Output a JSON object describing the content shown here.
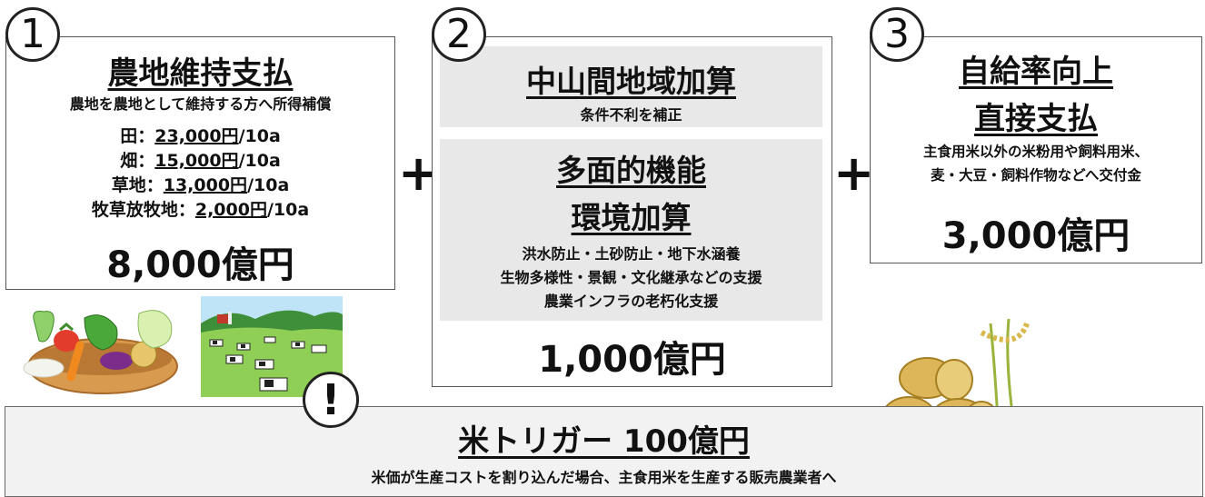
{
  "box1": {
    "number": "1",
    "title": "農地維持支払",
    "subtitle": "農地を農地として維持する方へ所得補償",
    "rates": [
      {
        "label": "田：",
        "amount": "23,000円",
        "unit": "/10a"
      },
      {
        "label": "畑：",
        "amount": "15,000円",
        "unit": "/10a"
      },
      {
        "label": "草地：",
        "amount": "13,000円",
        "unit": "/10a"
      },
      {
        "label": "牧草放牧地：",
        "amount": "2,000円",
        "unit": "/10a"
      }
    ],
    "total": "8,000億円"
  },
  "box2": {
    "number": "2",
    "panel1_title": "中山間地域加算",
    "panel1_sub": "条件不利を補正",
    "panel2_title_line1": "多面的機能",
    "panel2_title_line2": "環境加算",
    "panel2_lines": [
      "洪水防止・土砂防止・地下水涵養",
      "生物多様性・景観・文化継承などの支援",
      "農業インフラの老朽化支援"
    ],
    "total": "1,000億円"
  },
  "box3": {
    "number": "3",
    "title_line1": "自給率向上",
    "title_line2": "直接支払",
    "desc_line1": "主食用米以外の米粉用や飼料用米、",
    "desc_line2": "麦・大豆・飼料作物などへ交付金",
    "total": "3,000億円"
  },
  "plus": "+",
  "bottom": {
    "mark": "!",
    "title": "米トリガー 100億円",
    "sub": "米価が生産コストを割り込んだ場合、主食用米を生産する販売農業者へ"
  }
}
